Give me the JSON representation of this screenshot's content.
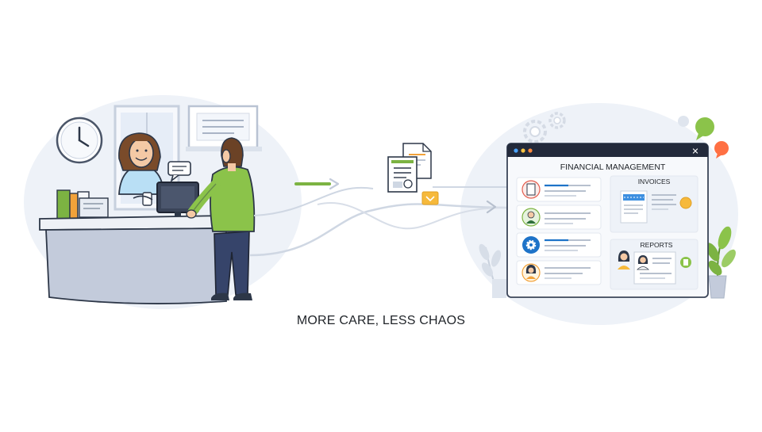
{
  "caption": "MORE CARE, LESS CHAOS",
  "app_window": {
    "title": "FINANCIAL MANAGEMENT",
    "close_glyph": "✕",
    "panels": {
      "invoices_title": "INVOICES",
      "reports_title": "REPORTS"
    },
    "list_item_icons": [
      "document-icon",
      "person-icon",
      "gear-icon",
      "person-icon"
    ]
  },
  "colors": {
    "accent_green": "#7cb342",
    "accent_blue": "#1e73c8",
    "window_bar": "#232a3b",
    "desk": "#c3cbdb",
    "bubble_green": "#8bc34a",
    "bubble_red": "#ff7043"
  }
}
